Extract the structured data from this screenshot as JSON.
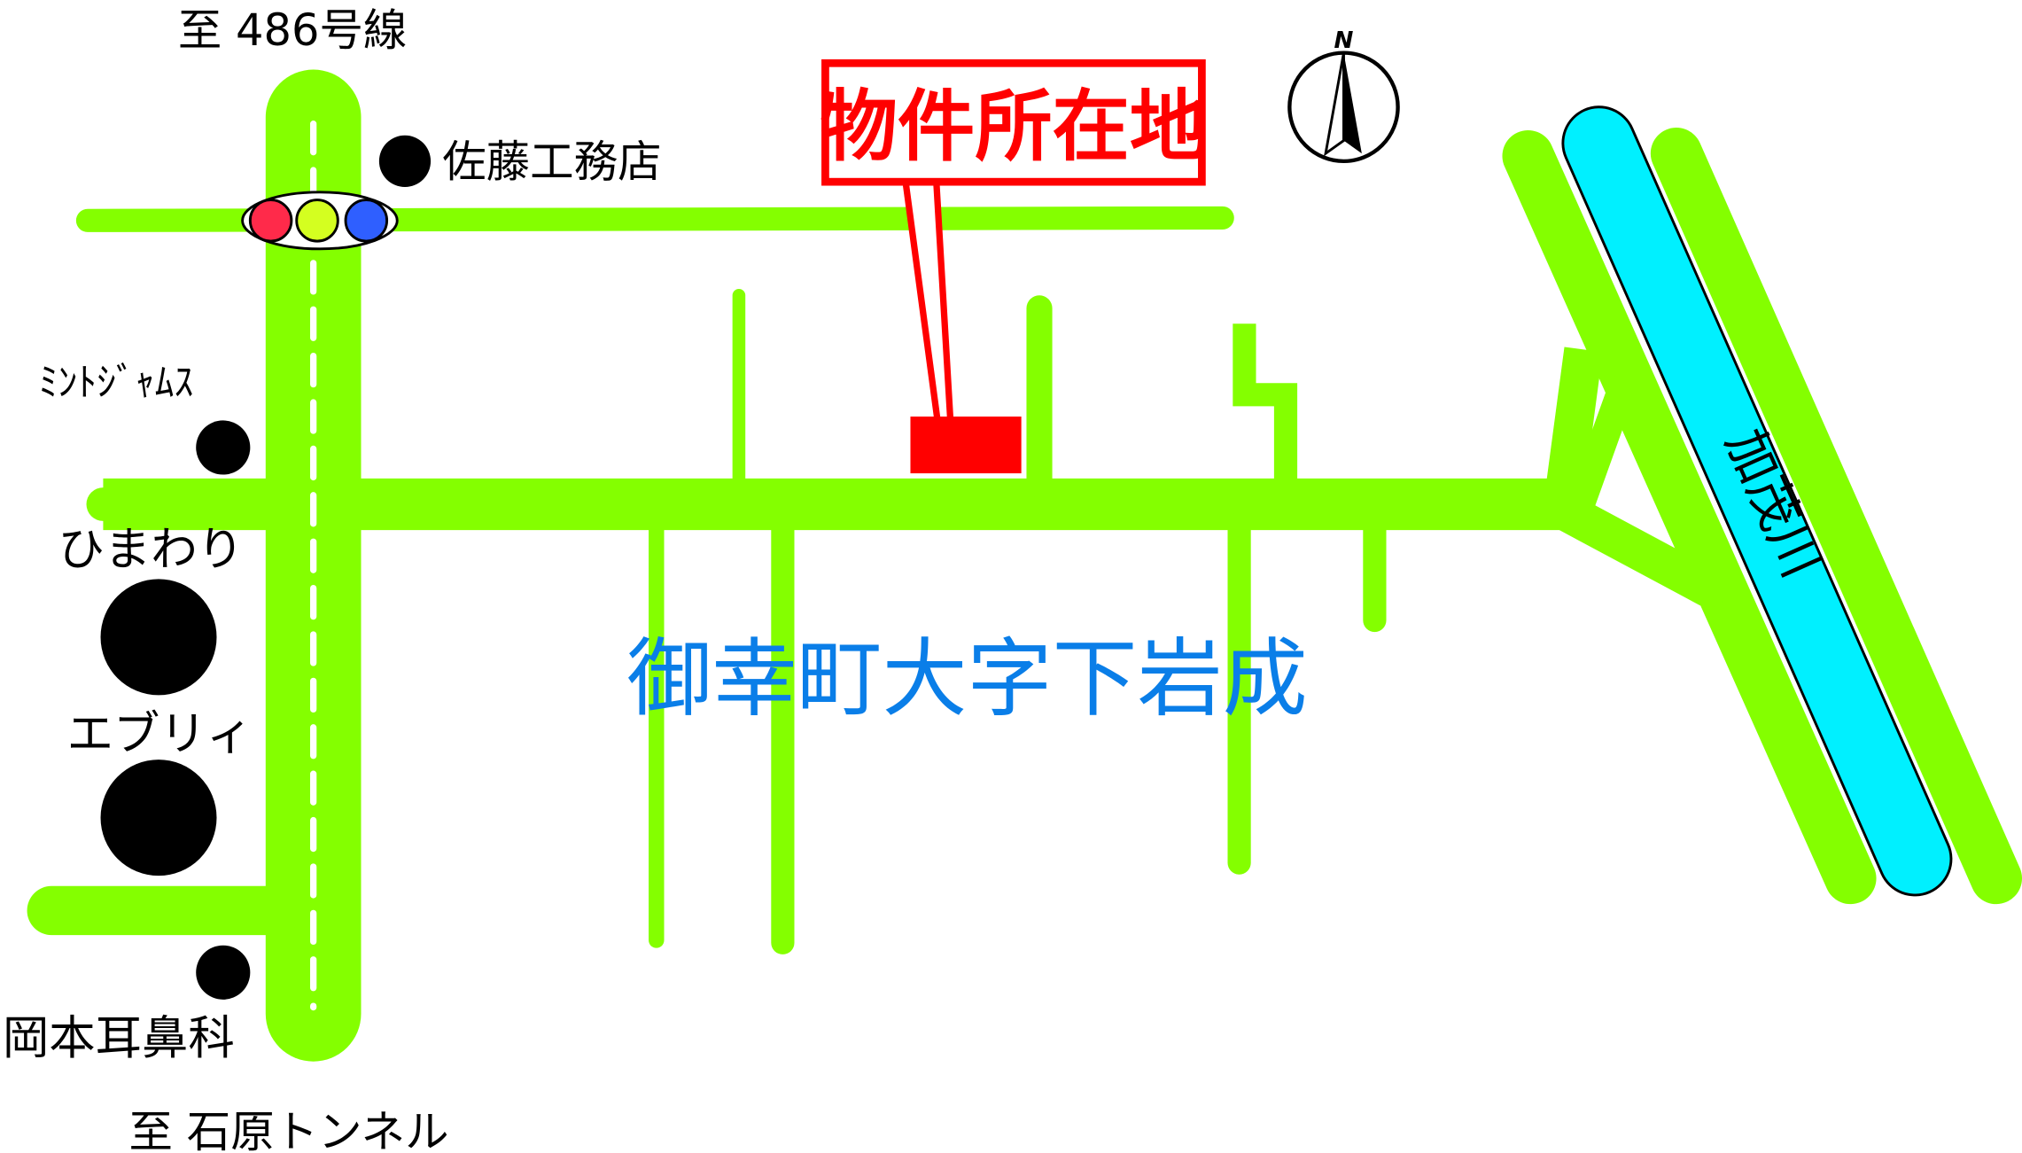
{
  "colors": {
    "road": "#84ff00",
    "river": "#00f0ff",
    "marker": "#ff0000",
    "area_label": "#0a7ee8",
    "signal_red": "#ff2a4a",
    "signal_yellow": "#d4ff20",
    "signal_blue": "#2f5fff"
  },
  "labels": {
    "north_route": "至 486号線",
    "south_route": "至 石原トンネル",
    "property": "物件所在地",
    "area": "御幸町大字下岩成",
    "river": "加茂川",
    "compass_n": "N"
  },
  "landmarks": [
    {
      "name": "佐藤工務店"
    },
    {
      "name": "ﾐﾝﾄｼﾞｬﾑｽ"
    },
    {
      "name": "ひまわり"
    },
    {
      "name": "エブリィ"
    },
    {
      "name": "岡本耳鼻科"
    }
  ]
}
